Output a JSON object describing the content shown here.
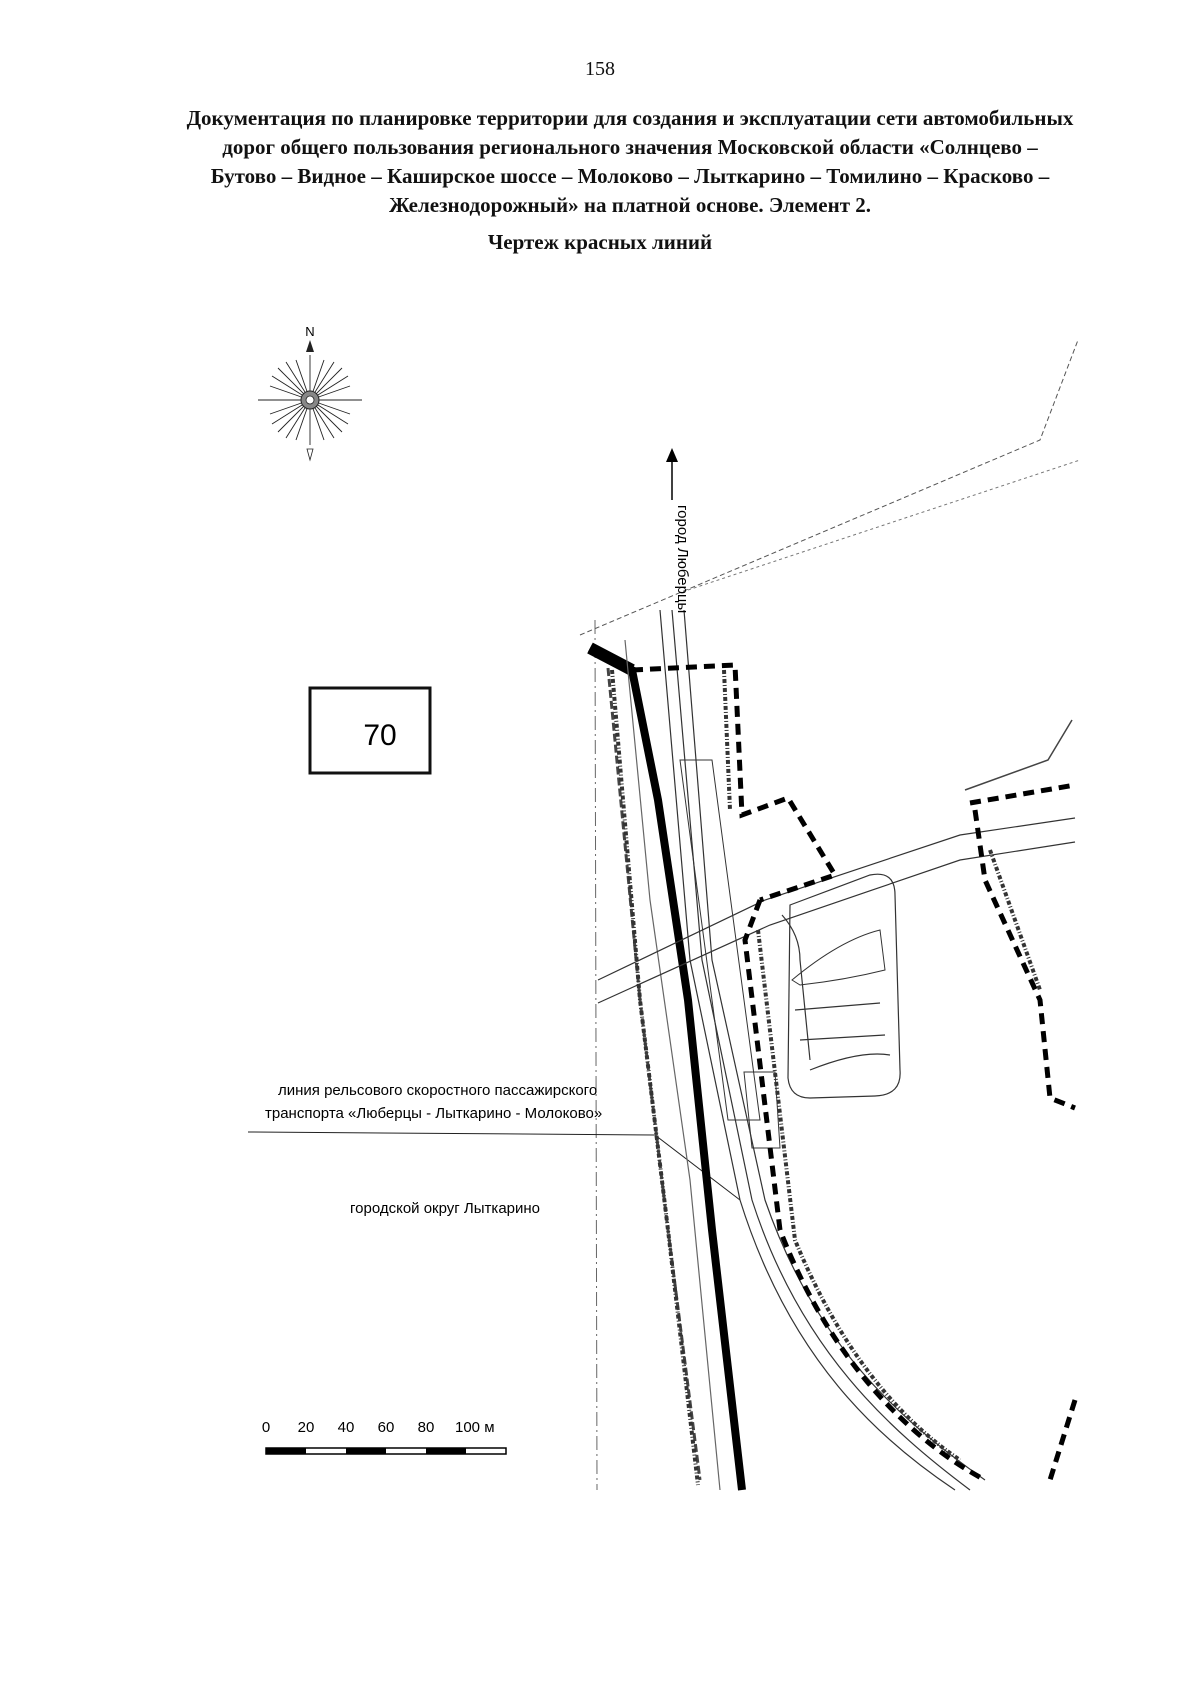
{
  "page_number": "158",
  "title_lines": [
    "Документация по планировке территории для создания и эксплуатации сети автомобильных",
    "дорог общего пользования регионального значения Московской области «Солнцево –",
    "Бутово – Видное – Каширское шоссе – Молоково – Лыткарино – Томилино – Красково –",
    "Железнодорожный» на платной основе. Элемент 2."
  ],
  "drawing_title": "Чертеж красных линий",
  "compass": {
    "north_label": "N"
  },
  "sheet_number": "70",
  "labels": {
    "direction": "город Люберцы",
    "rail_line_1": "линия рельсового скоростного пассажирского",
    "rail_line_2": "транспорта «Люберцы - Лыткарино - Молоково»",
    "district": "городской округ Лыткарино"
  },
  "scale_bar": {
    "ticks": [
      "0",
      "20",
      "40",
      "60",
      "80",
      "100 м"
    ],
    "values_m": [
      0,
      20,
      40,
      60,
      80,
      100
    ]
  }
}
